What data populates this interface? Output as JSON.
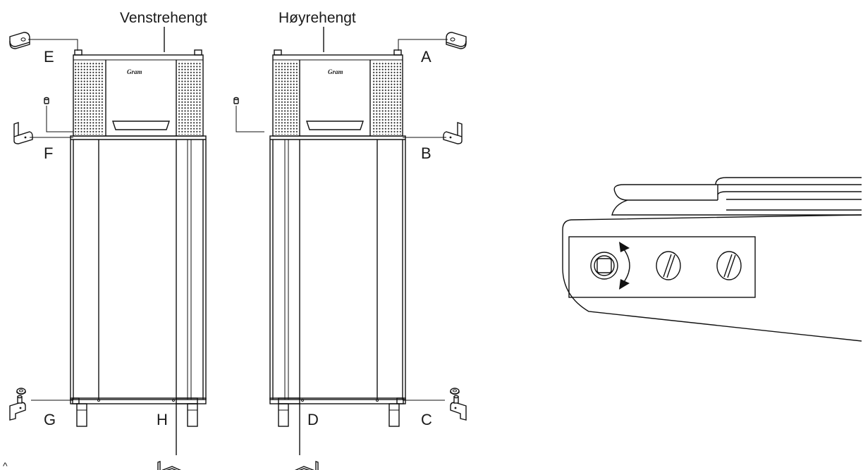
{
  "captions": {
    "left_cabinet": "Venstrehengt",
    "right_cabinet": "Høyrehengt"
  },
  "brand_logo": "Gram",
  "part_labels": {
    "A": "A",
    "B": "B",
    "C": "C",
    "D": "D",
    "E": "E",
    "F": "F",
    "G": "G",
    "H": "H"
  },
  "corner_mark": "^"
}
